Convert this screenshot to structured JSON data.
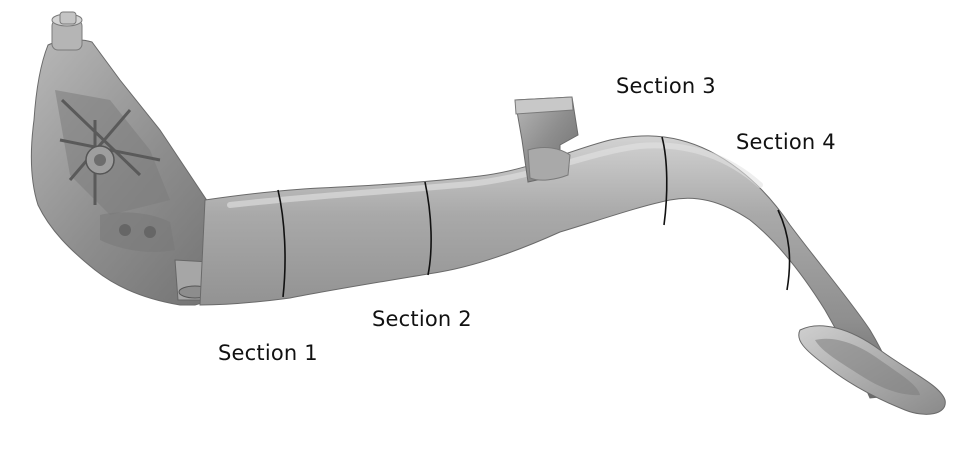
{
  "figure": {
    "labels": {
      "section_1": "Section 1",
      "section_2": "Section 2",
      "section_3": "Section 3",
      "section_4": "Section 4"
    },
    "colors": {
      "part_body": "#9b9b9b",
      "part_highlight": "#c9c9c9",
      "part_shadow": "#5e5e5e",
      "section_line": "#111111",
      "label_text": "#111111"
    }
  }
}
